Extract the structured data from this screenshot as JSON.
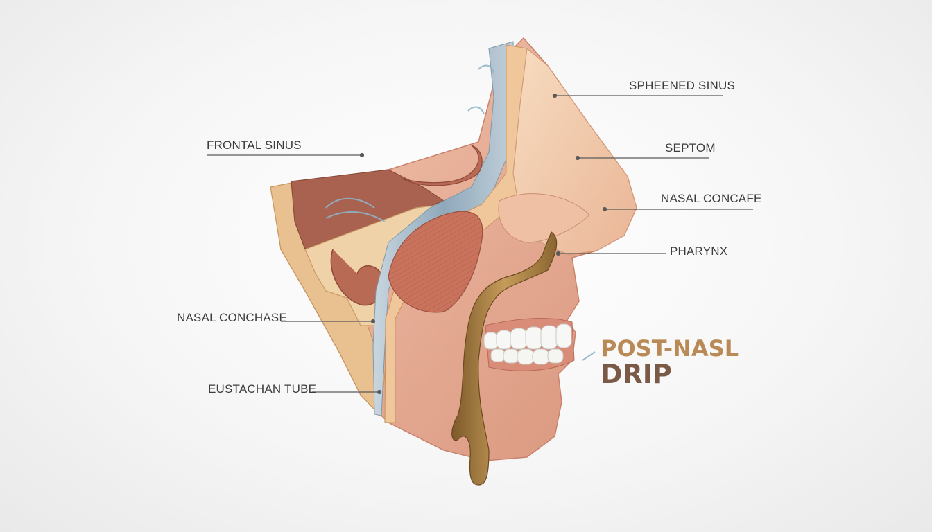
{
  "labels": {
    "sphened_sinus": "SPHEENED SINUS",
    "septom": "SEPTOM",
    "nasal_concafe": "NASAL CONCAFE",
    "pharynx": "PHARYNX",
    "frontal_sinus": "FRONTAL SINUS",
    "nasal_conchase": "NASAL CONCHASE",
    "eustachan_tube": "EUSTACHAN TUBE"
  },
  "title": {
    "line1": "POST-NASL",
    "line2": "DRIP"
  },
  "colors": {
    "title_line1": "#b98a56",
    "title_line2": "#7a5a46",
    "skin": "#e8ac95",
    "bone": "#e9c08f",
    "muscle": "#b96a55",
    "mucus": "#a07a3f",
    "airway": "#9fb6c6",
    "teeth": "#f7f7f5",
    "leader_line": "#5a5a5a"
  }
}
